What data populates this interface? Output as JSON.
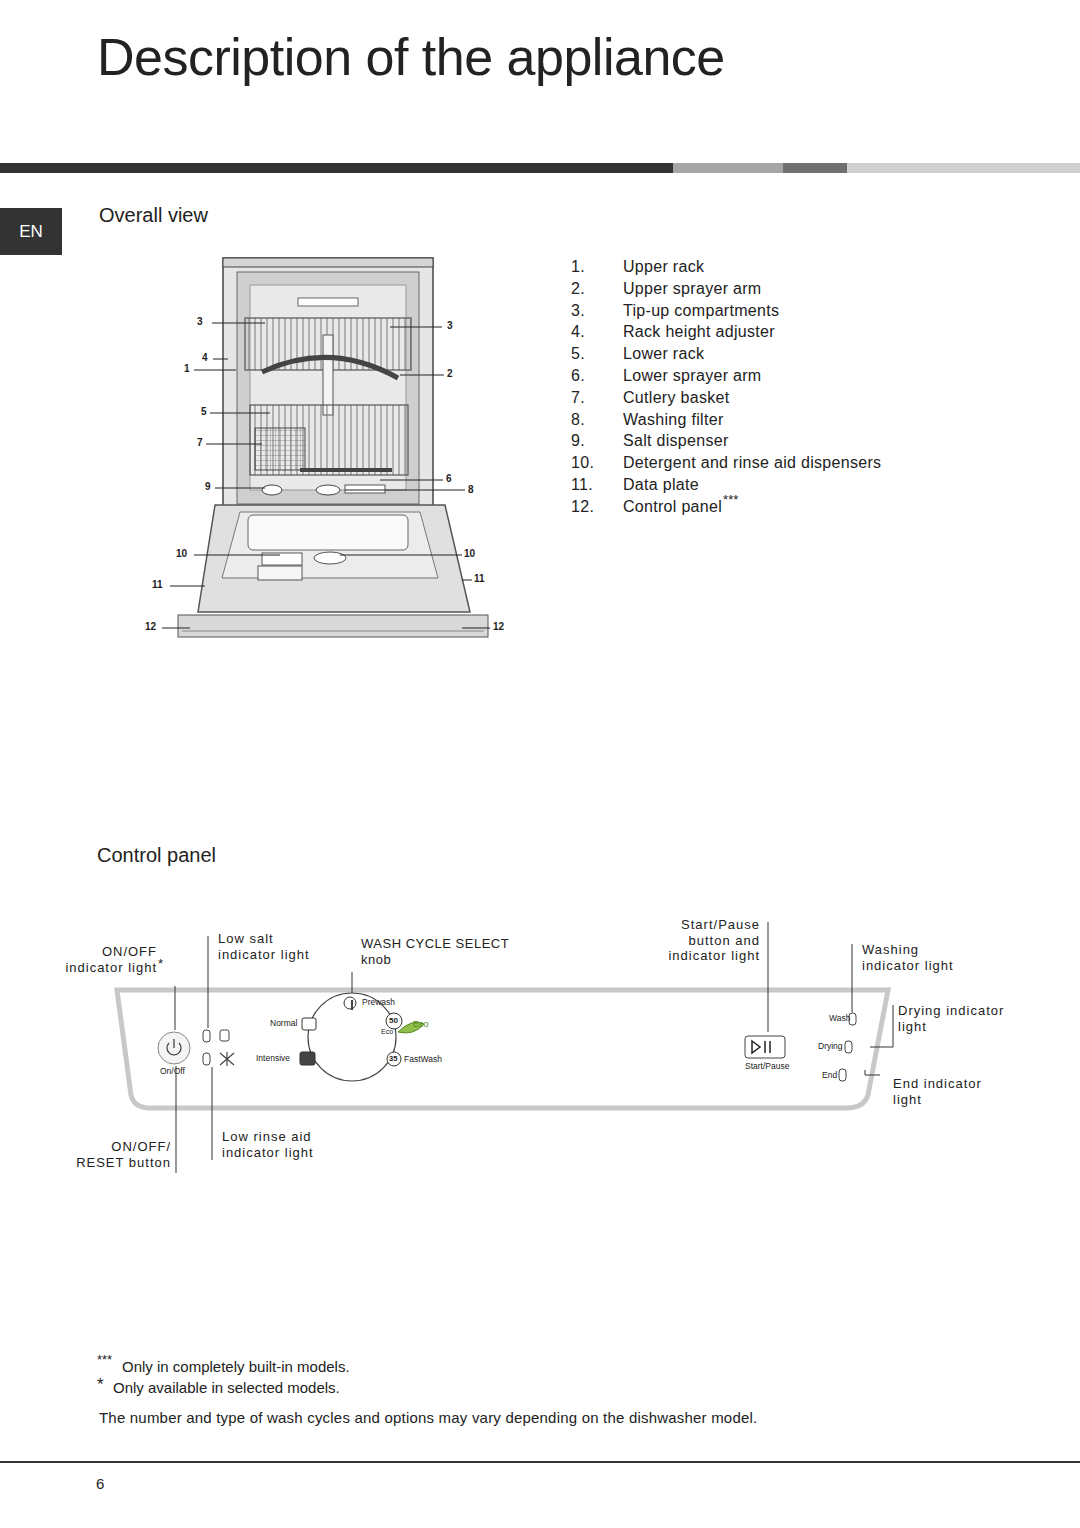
{
  "diagram": {
    "title": "Description of the appliance",
    "nodes": [
      {
        "text": [
          "EN"
        ]
      }
    ],
    "edges": [],
    "labels": [
      "Overall view",
      "3",
      "3",
      "4",
      "1",
      "2",
      "5",
      "7",
      "9",
      "6",
      "8",
      "10",
      "10",
      "11",
      "11",
      "12",
      "12",
      "1.",
      "Upper rack",
      "2.",
      "Upper sprayer arm",
      "3.",
      "Tip-up compartments",
      "4.",
      "Rack height adjuster",
      "5.",
      "Lower rack",
      "6.",
      "Lower sprayer arm",
      "7.",
      "Cutlery basket",
      "8.",
      "Washing filter",
      "9.",
      "Salt dispenser",
      "10.",
      "Detergent and rinse aid dispensers",
      "11.",
      "Data plate",
      "12.",
      "Control panel",
      "***",
      "Control panel",
      "ON/OFF indicator light",
      "*",
      "Low salt indicator light",
      "WASH CYCLE SELECT knob",
      "Start/Pause button and indicator light",
      "Washing indicator light",
      "Drying indicator light",
      "End indicator light",
      "ON/OFF/ RESET button",
      "Low rinse aid indicator light",
      "Prewash",
      "Normal",
      "50",
      "Eco",
      "Eco",
      "Intensive",
      "35",
      "FastWash",
      "On/Off",
      "Start/Pause",
      "Wash",
      "Drying",
      "End",
      "***",
      "Only in completely built-in models.",
      "*",
      "Only available in selected models.",
      "The number and type of wash cycles and options may vary depending on the dishwasher model.",
      "6"
    ]
  }
}
